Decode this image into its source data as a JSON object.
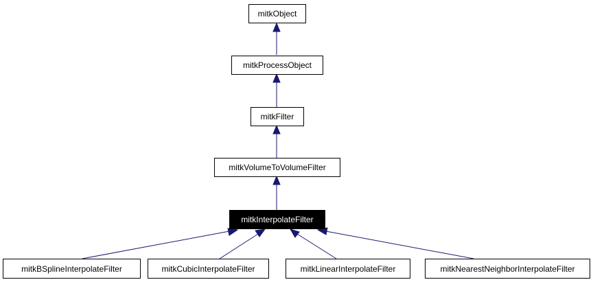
{
  "diagram": {
    "nodes": {
      "object": "mitkObject",
      "process_object": "mitkProcessObject",
      "filter": "mitkFilter",
      "vol2vol": "mitkVolumeToVolumeFilter",
      "interpolate": "mitkInterpolateFilter",
      "bspline": "mitkBSplineInterpolateFilter",
      "cubic": "mitkCubicInterpolateFilter",
      "linear": "mitkLinearInterpolateFilter",
      "nearest": "mitkNearestNeighborInterpolateFilter"
    },
    "edges": [
      [
        "process_object",
        "object"
      ],
      [
        "filter",
        "process_object"
      ],
      [
        "vol2vol",
        "filter"
      ],
      [
        "interpolate",
        "vol2vol"
      ],
      [
        "bspline",
        "interpolate"
      ],
      [
        "cubic",
        "interpolate"
      ],
      [
        "linear",
        "interpolate"
      ],
      [
        "nearest",
        "interpolate"
      ]
    ],
    "colors": {
      "edge": "#191970",
      "node_border": "#000000",
      "focus_fill": "#000000",
      "focus_text": "#ffffff"
    }
  }
}
